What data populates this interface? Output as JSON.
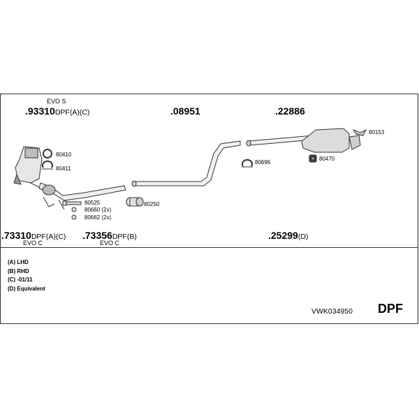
{
  "header": {
    "label_evo_s": "EVO S",
    "pn_93310_num": ".93310",
    "pn_93310_suffix": "DPF(A)(C)",
    "pn_08951_num": ".08951",
    "pn_22886_num": ".22886"
  },
  "lower_row": {
    "pn_73310_num": ".73310",
    "pn_73310_suffix": "DPF(A)(C)",
    "pn_73310_sub": "EVO C",
    "pn_73356_num": ".73356",
    "pn_73356_suffix": "DPF(B)",
    "pn_73356_sub": "EVO C",
    "pn_25299_num": ".25299",
    "pn_25299_suffix": "(D)"
  },
  "small_parts": {
    "p80410": "80410",
    "p80411": "80411",
    "p80525": "80525",
    "p80660": "80660 (2x)",
    "p80662": "80662 (2x)",
    "p80250": "80250",
    "p80696": "80696",
    "p80470": "80470",
    "p80153": "80153"
  },
  "legend": [
    "(A) LHD",
    "(B) RHD",
    "(C) -01/11",
    "(D) Equivalent"
  ],
  "footer": {
    "code": "VWK034950",
    "type": "DPF"
  },
  "icons": [
    "catalytic-dpf",
    "front-pipe",
    "middle-pipe",
    "rear-silencer",
    "gasket-ring",
    "clamp",
    "rubber-mount",
    "bolt",
    "nut",
    "hanger"
  ]
}
